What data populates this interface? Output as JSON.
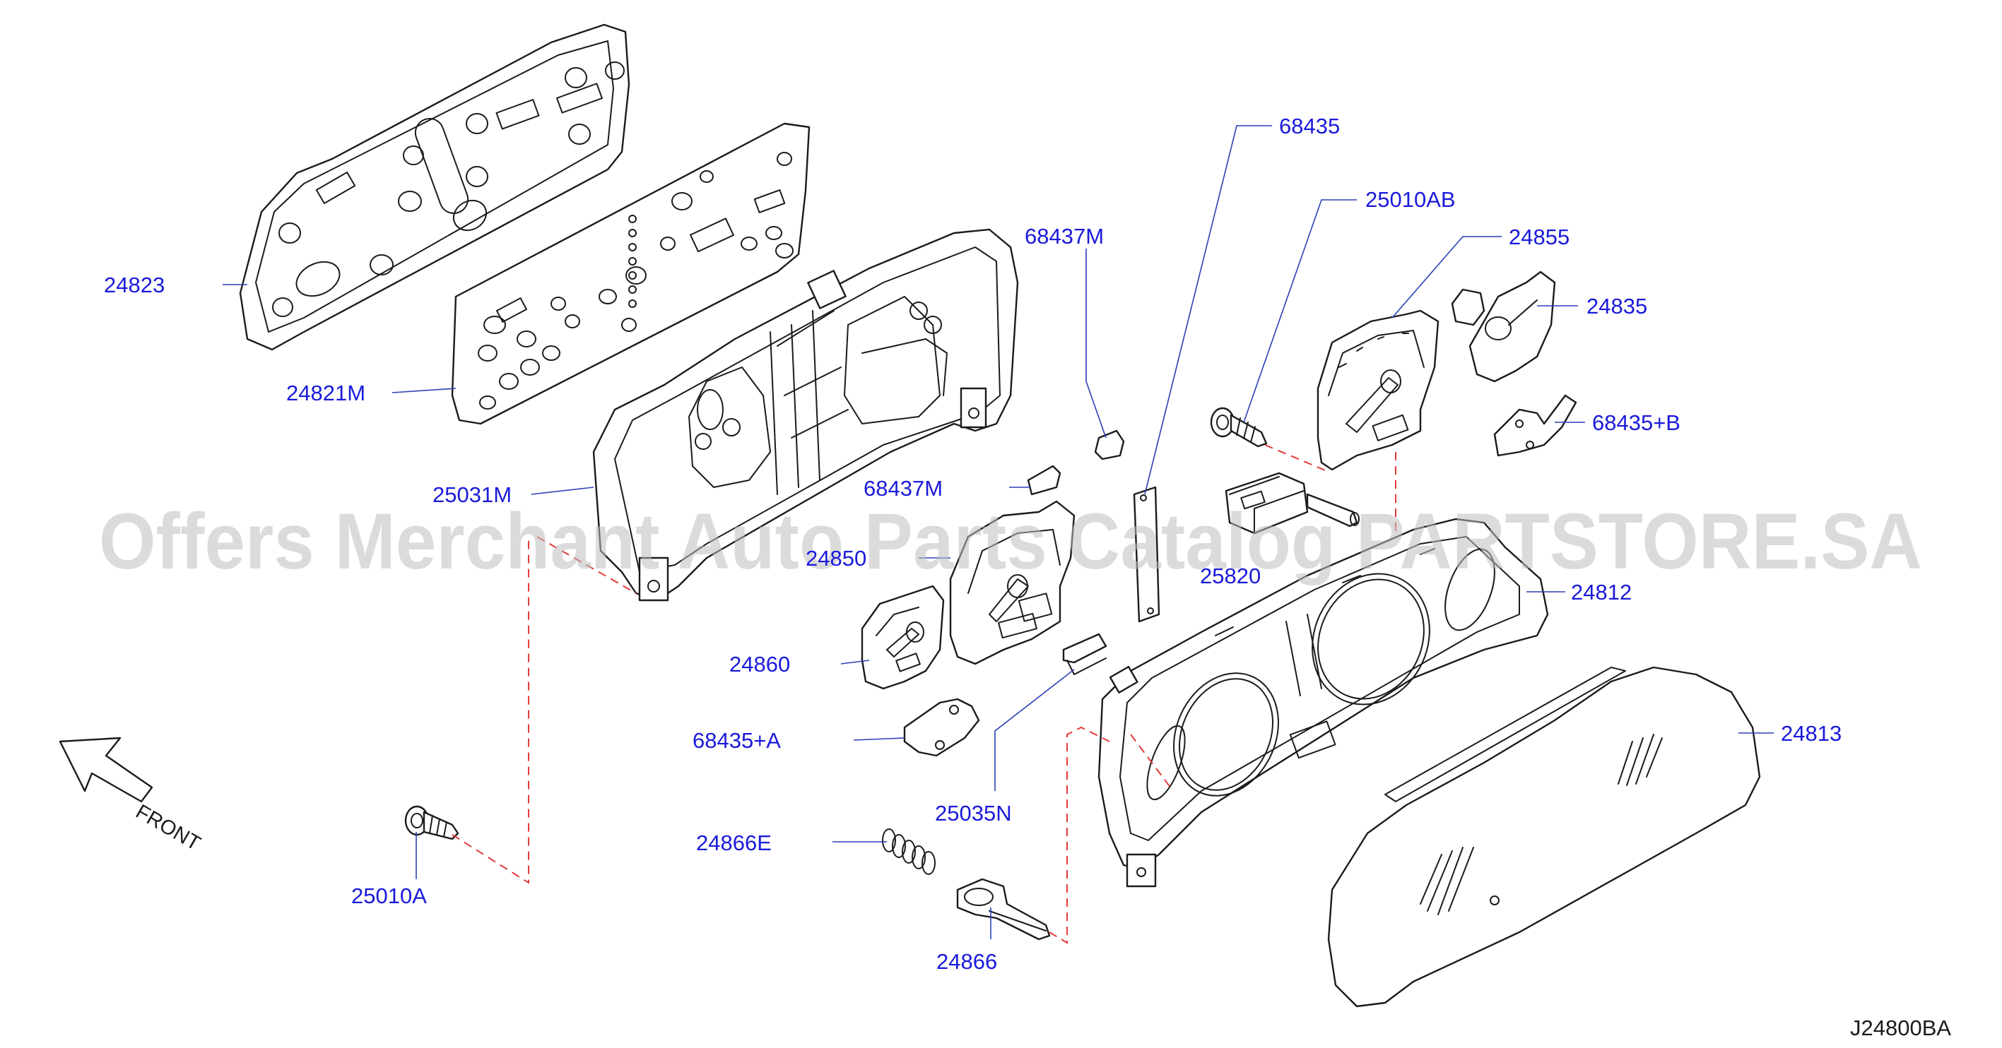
{
  "watermark": "Offers Merchant Auto Parts Catalog PARTSTORE.SA",
  "diagram_code": "J24800BA",
  "front_label": "FRONT",
  "parts": [
    {
      "id": "p24823",
      "label": "24823"
    },
    {
      "id": "p24821M",
      "label": "24821M"
    },
    {
      "id": "p25031M",
      "label": "25031M"
    },
    {
      "id": "p24850",
      "label": "24850"
    },
    {
      "id": "p24860",
      "label": "24860"
    },
    {
      "id": "p68435A",
      "label": "68435+A"
    },
    {
      "id": "p25035N",
      "label": "25035N"
    },
    {
      "id": "p24866E",
      "label": "24866E"
    },
    {
      "id": "p24866",
      "label": "24866"
    },
    {
      "id": "p25010A",
      "label": "25010A"
    },
    {
      "id": "p68437M_top",
      "label": "68437M"
    },
    {
      "id": "p68437M_mid",
      "label": "68437M"
    },
    {
      "id": "p68435",
      "label": "68435"
    },
    {
      "id": "p25010AB",
      "label": "25010AB"
    },
    {
      "id": "p24855",
      "label": "24855"
    },
    {
      "id": "p24835",
      "label": "24835"
    },
    {
      "id": "p68435B",
      "label": "68435+B"
    },
    {
      "id": "p25820",
      "label": "25820"
    },
    {
      "id": "p24812",
      "label": "24812"
    },
    {
      "id": "p24813",
      "label": "24813"
    }
  ]
}
